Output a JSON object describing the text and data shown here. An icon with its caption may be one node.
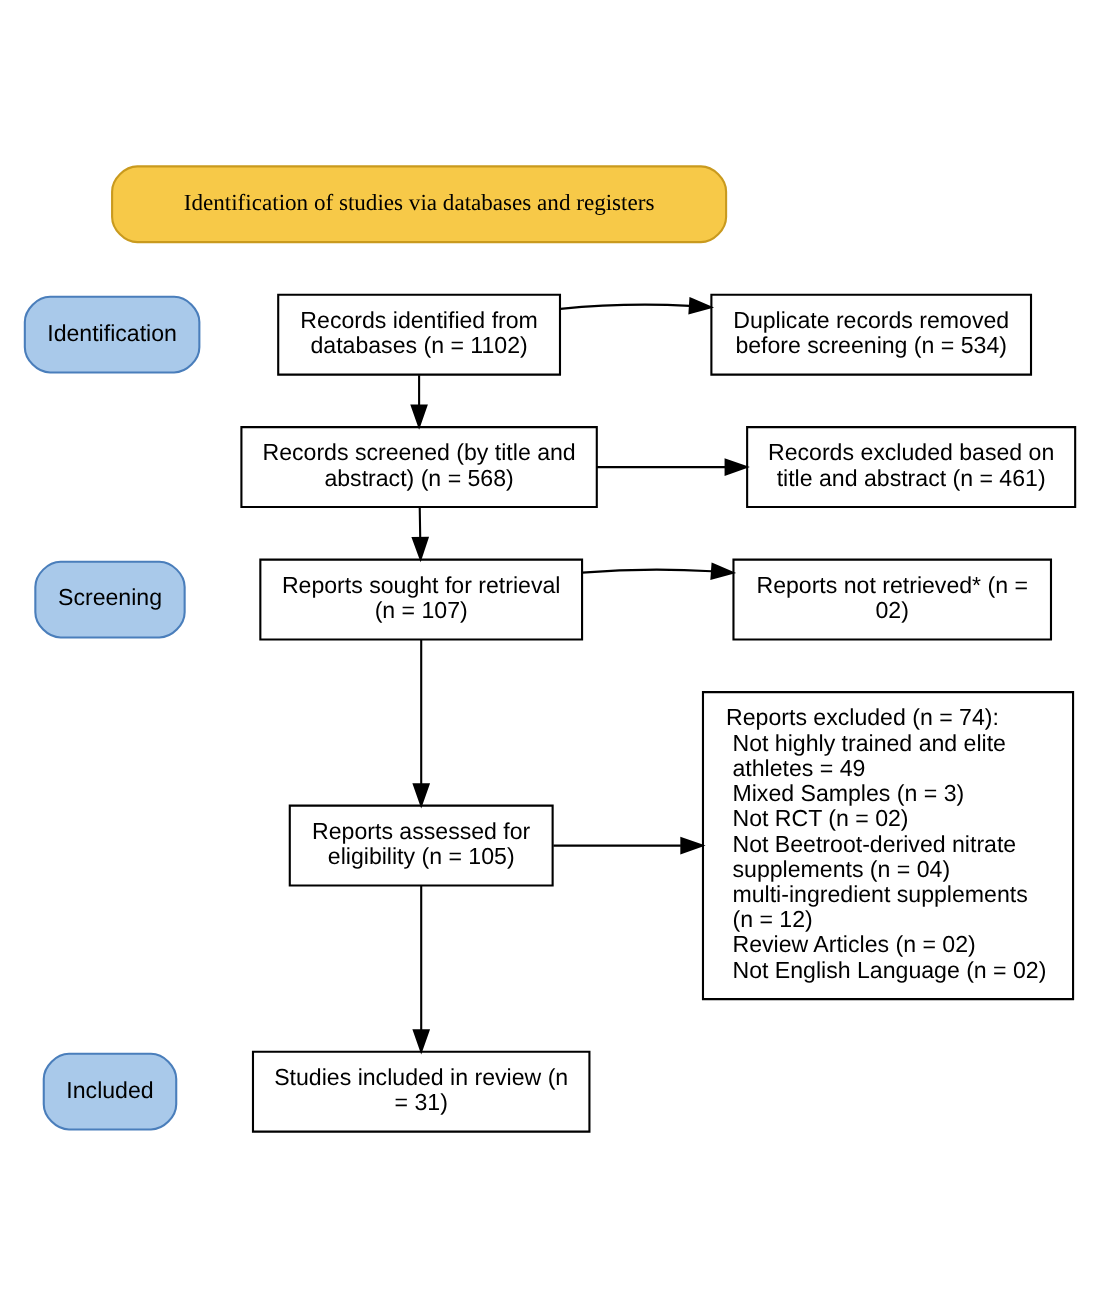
{
  "diagram": {
    "nodes": [
      {
        "text": [
          "Identification of studies via databases and registers"
        ]
      },
      {
        "text": [
          "Identification"
        ]
      },
      {
        "text": [
          "Screening"
        ]
      },
      {
        "text": [
          "Included"
        ]
      },
      {
        "text": [
          "Records identified from databases (n = 1102)"
        ]
      },
      {
        "text": [
          "Duplicate records removed before screening (n = 534)"
        ]
      },
      {
        "text": [
          "Records screened (by title and abstract) (n = 568)"
        ]
      },
      {
        "text": [
          "Records excluded based on title and abstract (n = 461)"
        ]
      },
      {
        "text": [
          "Reports sought for retrieval (n = 107)"
        ]
      },
      {
        "text": [
          "Reports not retrieved* (n = 02)"
        ]
      },
      {
        "text": [
          "Reports assessed for eligibility (n = 105)"
        ]
      },
      {
        "text": [
          "Reports excluded (n = 74):",
          "Not highly trained and elite athletes = 49",
          "Mixed Samples (n = 3)",
          "Not RCT (n = 02)",
          "Not Beetroot-derived nitrate supplements (n = 04)",
          "multi-ingredient supplements (n = 12)",
          "Review Articles (n = 02)",
          "Not English Language (n = 02)"
        ]
      },
      {
        "text": [
          "Studies included in review (n = 31)"
        ]
      }
    ],
    "edges": [
      {
        "from": 4,
        "to": 5,
        "arrow": "to"
      },
      {
        "from": 4,
        "to": 6,
        "arrow": "to"
      },
      {
        "from": 6,
        "to": 7,
        "arrow": "to"
      },
      {
        "from": 6,
        "to": 8,
        "arrow": "to"
      },
      {
        "from": 8,
        "to": 9,
        "arrow": "to"
      },
      {
        "from": 8,
        "to": 10,
        "arrow": "to"
      },
      {
        "from": 10,
        "to": 11,
        "arrow": "to"
      },
      {
        "from": 10,
        "to": 12,
        "arrow": "to"
      }
    ]
  }
}
